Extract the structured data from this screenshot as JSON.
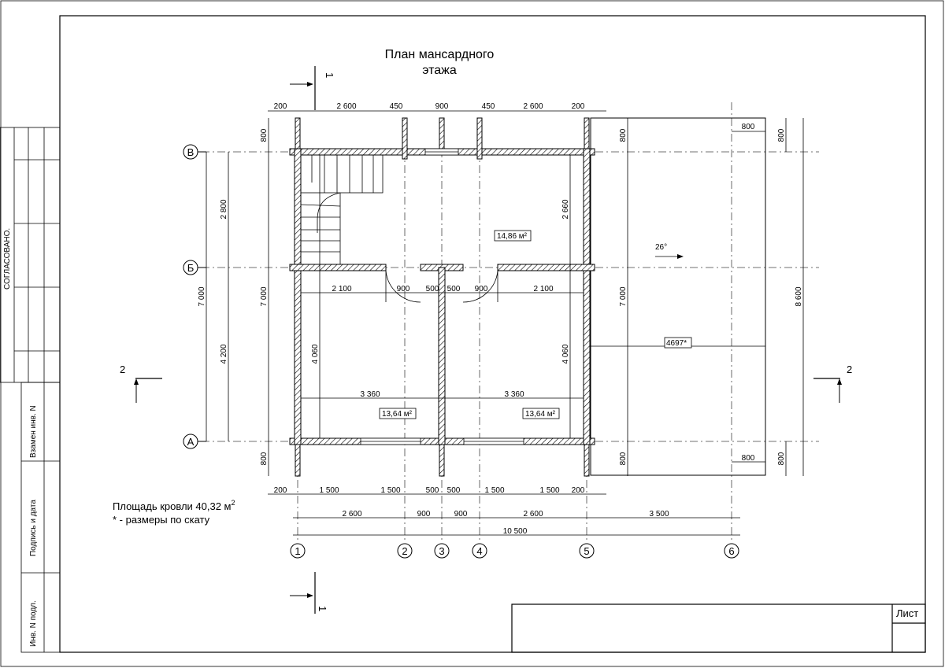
{
  "title": {
    "line1": "План мансардного",
    "line2": "этажа"
  },
  "side_labels": {
    "agreed": "СОГЛАСОВАНО.",
    "replaced": "Взамен инв. N",
    "sign_date": "Подпись и дата",
    "inv_no": "Инв. N подл."
  },
  "stamp": {
    "sheet": "Лист"
  },
  "notes": {
    "roof_area": "Площадь кровли  40,32 м",
    "roof_sup": "2",
    "slope_note": "* - размеры по скату"
  },
  "section_marks": {
    "s1": "1",
    "s2": "2"
  },
  "axes": {
    "rows": [
      "В",
      "Б",
      "А"
    ],
    "cols": [
      "1",
      "2",
      "3",
      "4",
      "5",
      "6"
    ]
  },
  "rooms": {
    "r1": "14,86 м²",
    "r2": "13,64 м²",
    "r3": "13,64 м²"
  },
  "roof": {
    "slope": "26°",
    "ridge": "4697*"
  },
  "dims": {
    "top": [
      "200",
      "2 600",
      "450",
      "900",
      "450",
      "2 600",
      "200"
    ],
    "right_top": "800",
    "left_v": [
      "800",
      "2 800",
      "7 000",
      "4 200",
      "800"
    ],
    "inner_v_left": [
      "7 000",
      "4 060"
    ],
    "inner_v_right": [
      "2 660",
      "4 060"
    ],
    "mid": [
      "2 100",
      "900",
      "500",
      "500",
      "900",
      "2 100"
    ],
    "w3360": [
      "3 360",
      "3 360"
    ],
    "roof_v": [
      "800",
      "7 000",
      "800",
      "8 600",
      "800",
      "800"
    ],
    "bottom1": [
      "200",
      "1 500",
      "1 500",
      "500",
      "500",
      "1 500",
      "1 500",
      "200"
    ],
    "bottom2": [
      "2 600",
      "900",
      "900",
      "2 600",
      "3 500"
    ],
    "total": "10 500"
  }
}
